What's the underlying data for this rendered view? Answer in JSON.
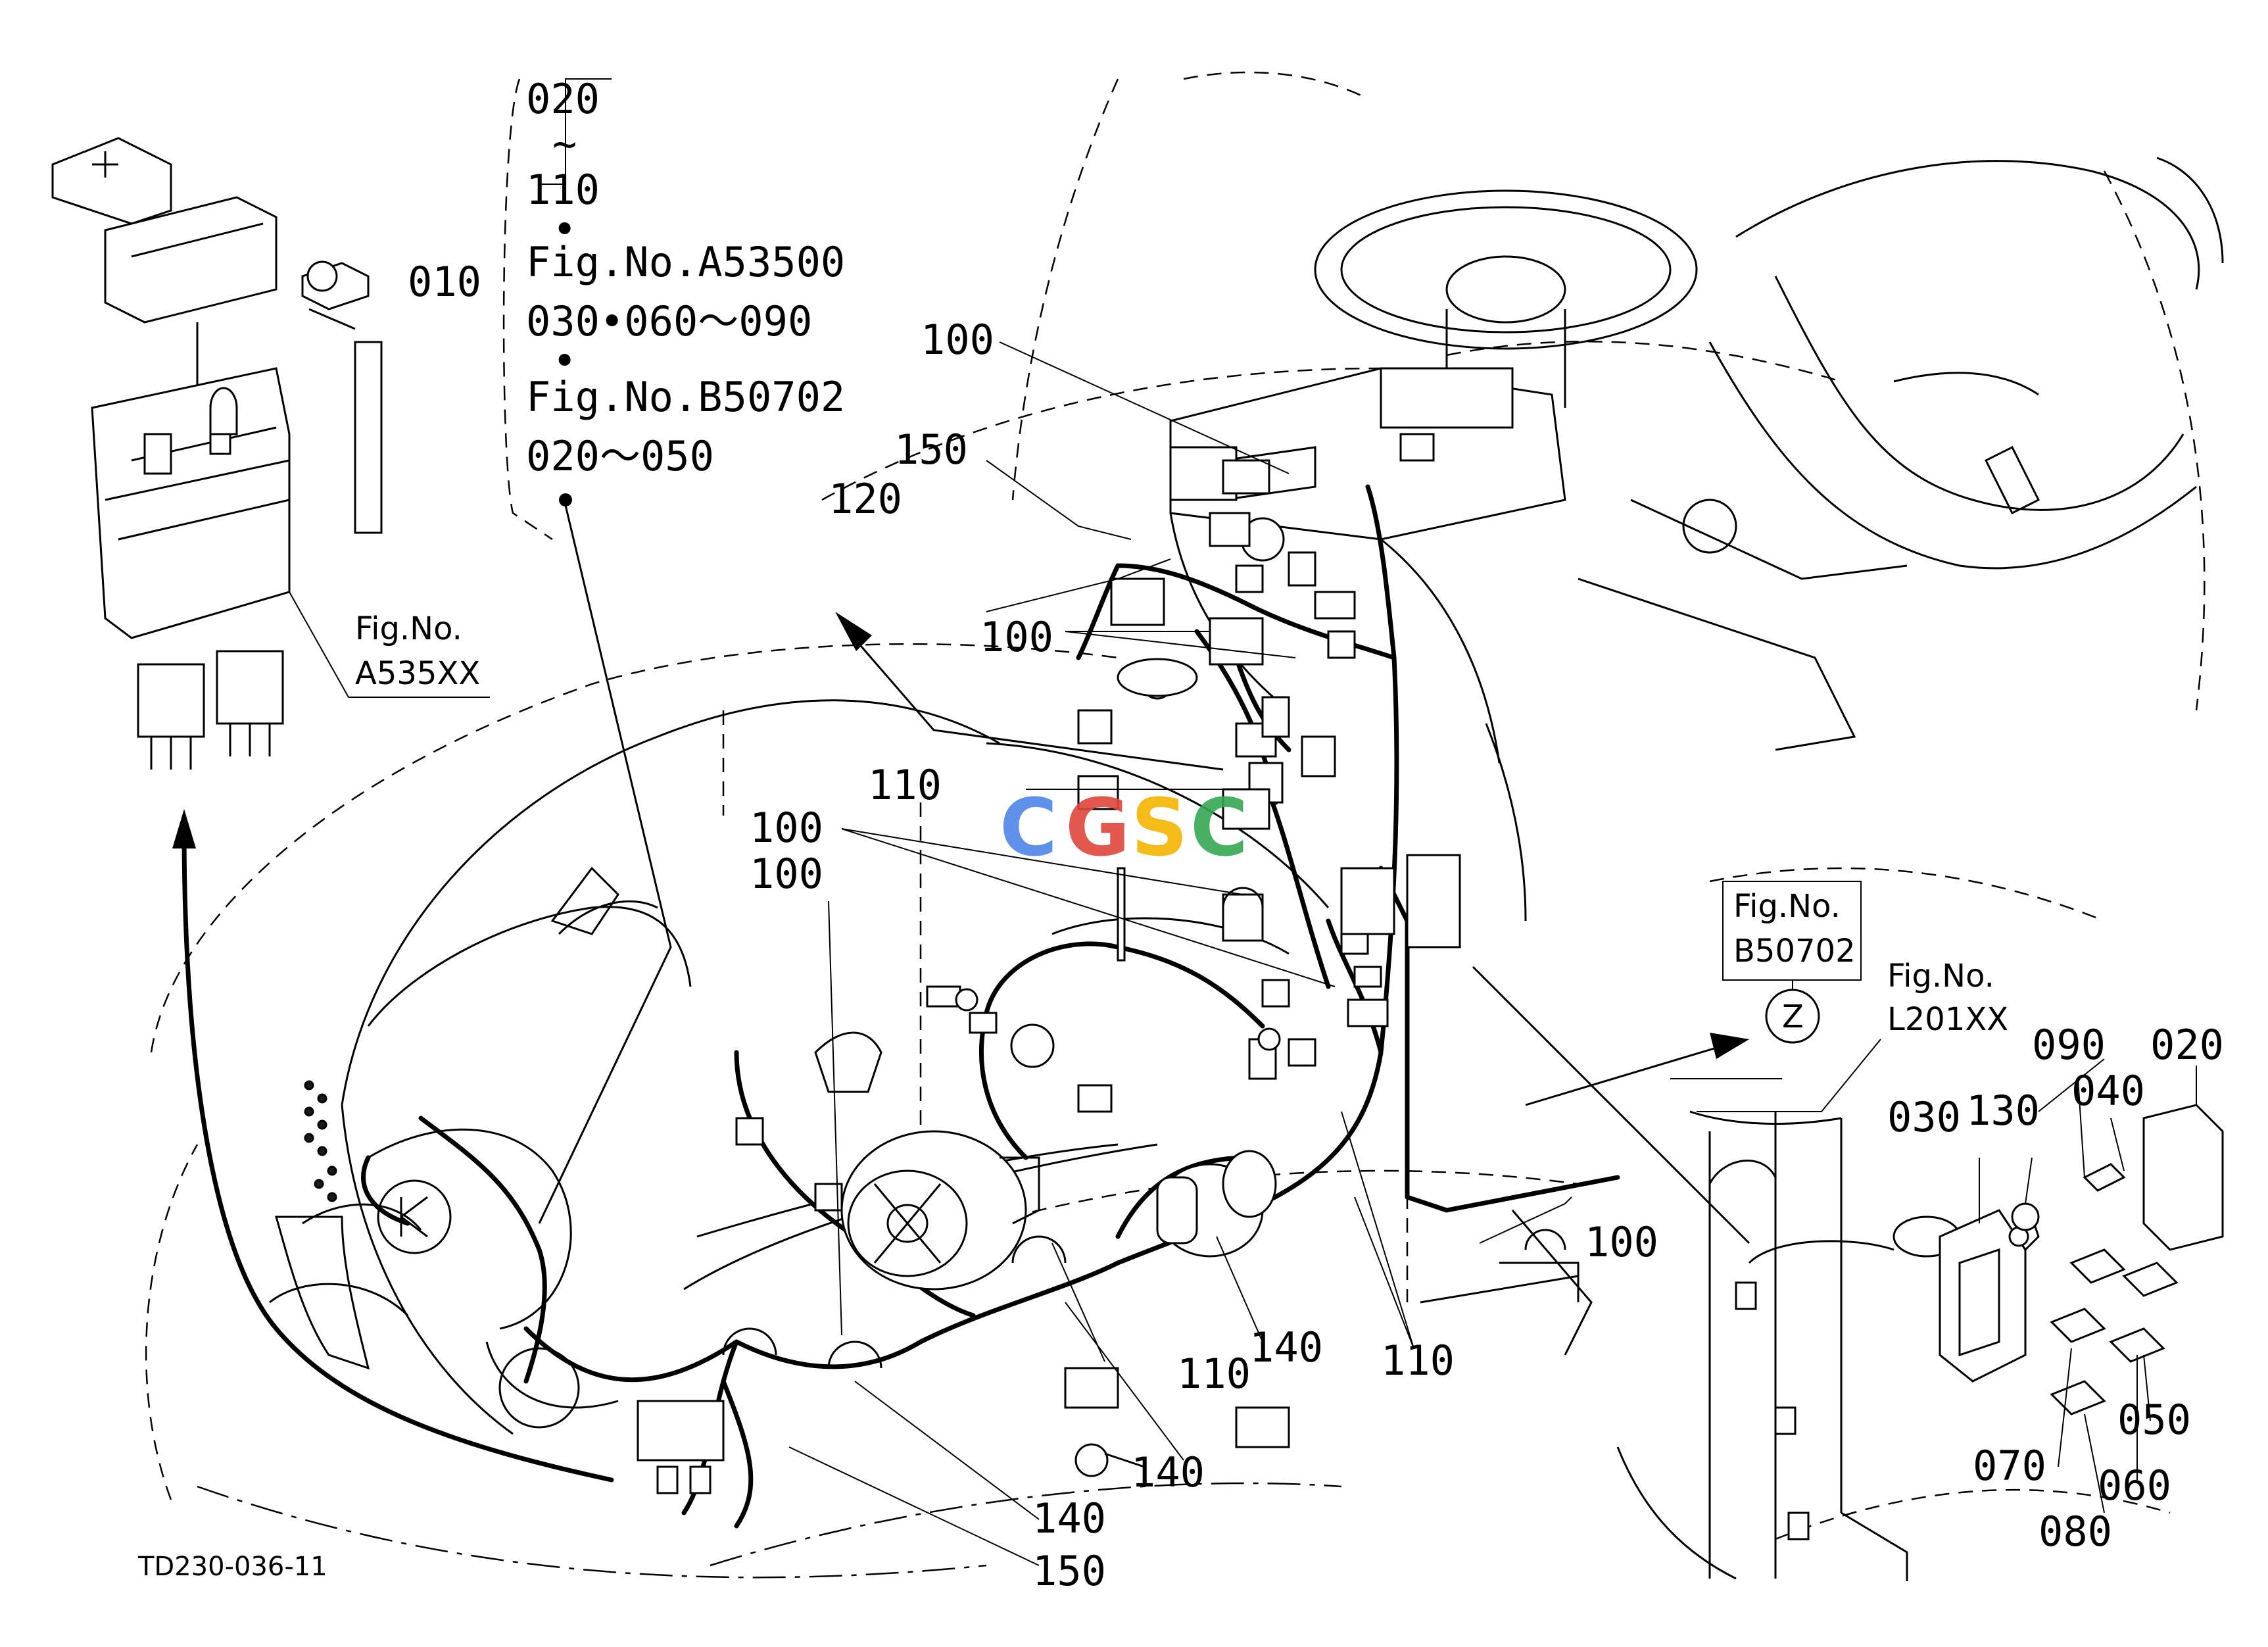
{
  "header": {
    "ref_from": "020",
    "ref_tilde": "~",
    "ref_to": "110",
    "dot1": "•",
    "fig_a": "Fig.No.A53500",
    "range_a": "030•060～090",
    "dot2": "•",
    "fig_b": "Fig.No.B50702",
    "range_b": "020～050",
    "ref_main": "010"
  },
  "inset_left": {
    "fig_label": "Fig.No.",
    "fig_code": "A535XX"
  },
  "inset_right": {
    "fig_box_label": "Fig.No.",
    "fig_box_code": "B50702",
    "view_marker": "Z",
    "fig_label": "Fig.No.",
    "fig_code": "L201XX"
  },
  "callouts": [
    {
      "text": "100"
    },
    {
      "text": "150"
    },
    {
      "text": "120"
    },
    {
      "text": "100"
    },
    {
      "text": "110"
    },
    {
      "text": "100"
    },
    {
      "text": "100"
    },
    {
      "text": "100"
    },
    {
      "text": "140"
    },
    {
      "text": "110"
    },
    {
      "text": "110"
    },
    {
      "text": "140"
    },
    {
      "text": "140"
    },
    {
      "text": "150"
    },
    {
      "text": "090"
    },
    {
      "text": "130"
    },
    {
      "text": "040"
    },
    {
      "text": "020"
    },
    {
      "text": "030"
    },
    {
      "text": "050"
    },
    {
      "text": "070"
    },
    {
      "text": "060"
    },
    {
      "text": "080"
    }
  ],
  "watermark": {
    "letters": [
      "C",
      "G",
      "S",
      "C"
    ],
    "colors": [
      "#4f86e8",
      "#e0473b",
      "#f4b400",
      "#34a853"
    ]
  },
  "drawing_code": "TD230-036-11"
}
